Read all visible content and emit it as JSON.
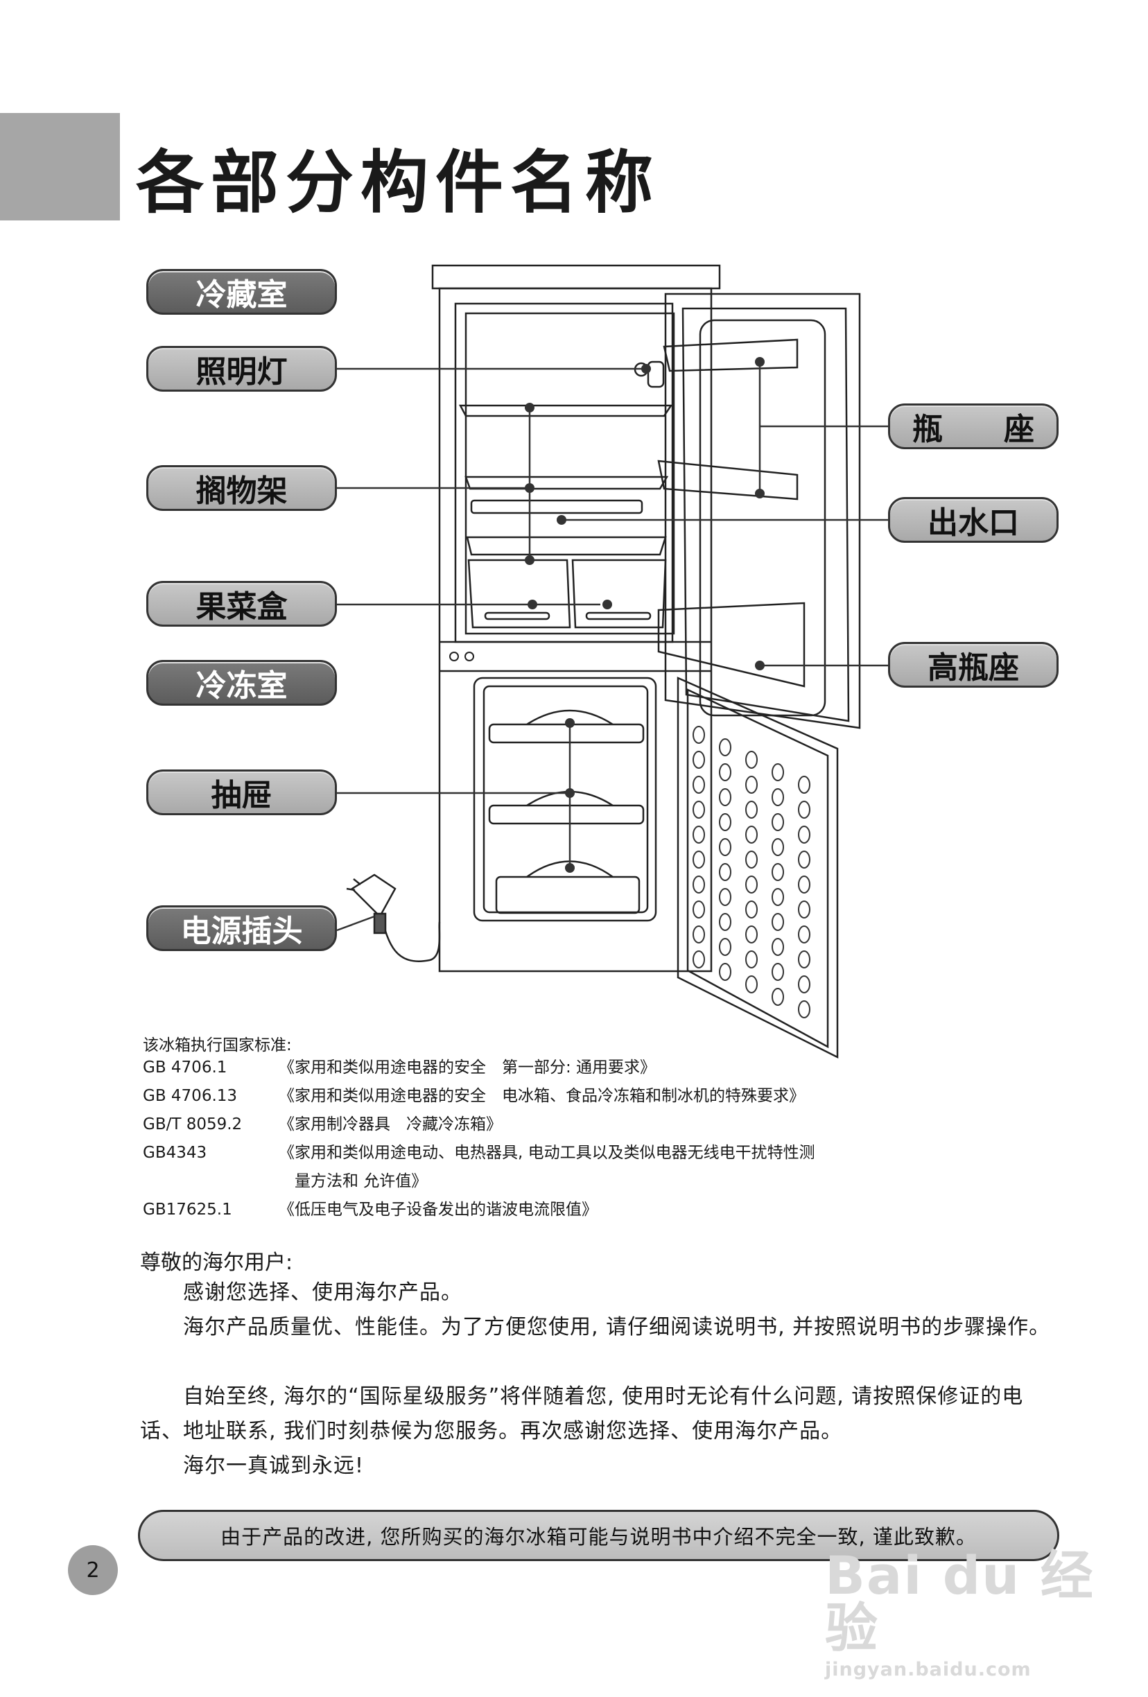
{
  "page": {
    "title": "各部分构件名称",
    "page_number": "2"
  },
  "diagram": {
    "labels_left": {
      "refrigerator": "冷藏室",
      "light": "照明灯",
      "shelf": "搁物架",
      "crisper": "果菜盒",
      "freezer": "冷冻室",
      "drawer": "抽屉",
      "power_plug": "电源插头"
    },
    "labels_right": {
      "bottle_rack": "瓶　　座",
      "water_outlet": "出水口",
      "tall_bottle_rack": "高瓶座"
    }
  },
  "standards": {
    "heading": "该冰箱执行国家标准:",
    "items": [
      {
        "code": "GB 4706.1",
        "title": "《家用和类似用途电器的安全　第一部分: 通用要求》"
      },
      {
        "code": "GB 4706.13",
        "title": "《家用和类似用途电器的安全　电冰箱、食品冷冻箱和制冰机的特殊要求》"
      },
      {
        "code": "GB/T 8059.2",
        "title": "《家用制冷器具　冷藏冷冻箱》"
      },
      {
        "code": "GB4343",
        "title": "《家用和类似用途电动、电热器具, 电动工具以及类似电器无线电干扰特性测"
      },
      {
        "code": "",
        "title": "　量方法和 允许值》"
      },
      {
        "code": "GB17625.1",
        "title": "《低压电气及电子设备发出的谐波电流限值》"
      }
    ]
  },
  "letter": {
    "greeting": "尊敬的海尔用户:",
    "p1": "感谢您选择、使用海尔产品。",
    "p2": "海尔产品质量优、性能佳。为了方便您使用, 请仔细阅读说明书, 并按照说明书的步骤操作。",
    "p3": "自始至终, 海尔的“国际星级服务”将伴随着您, 使用时无论有什么问题, 请按照保修证的电话、地址联系, 我们时刻恭候为您服务。再次感谢您选择、使用海尔产品。",
    "p4": "海尔一真诚到永远!"
  },
  "notice": "由于产品的改进, 您所购买的海尔冰箱可能与说明书中介绍不完全一致, 谨此致歉。",
  "watermark": {
    "logo": "Bai du 经验",
    "url": "jingyan.baidu.com"
  }
}
